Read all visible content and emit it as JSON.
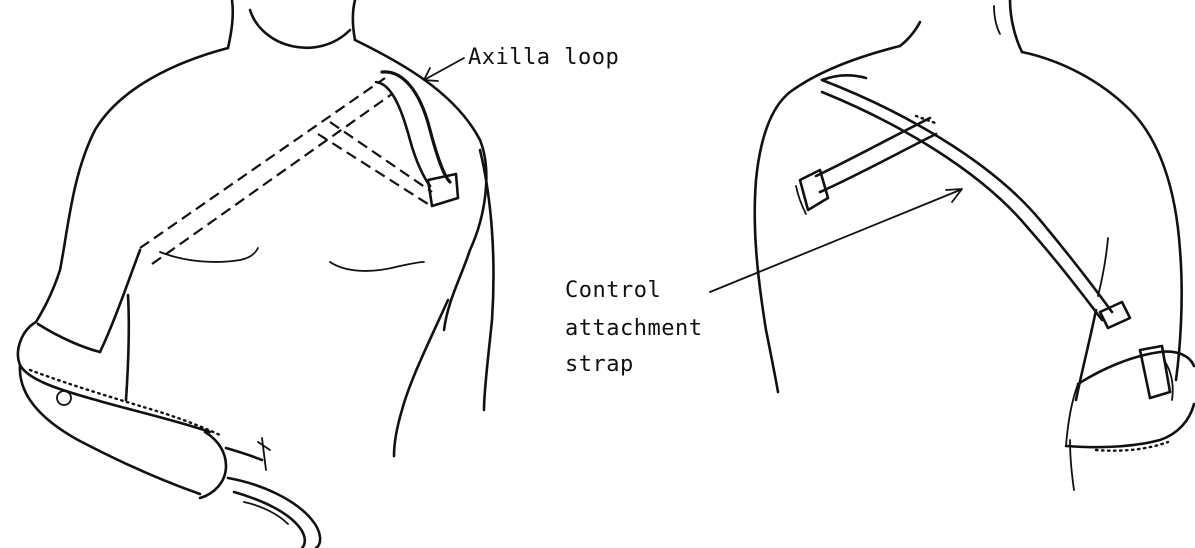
{
  "labels": {
    "axilla_loop": "Axilla loop",
    "control_strap_lines": [
      "Control",
      "attachment",
      "strap"
    ]
  },
  "colors": {
    "ink": "#111111",
    "background": "#ffffff"
  }
}
